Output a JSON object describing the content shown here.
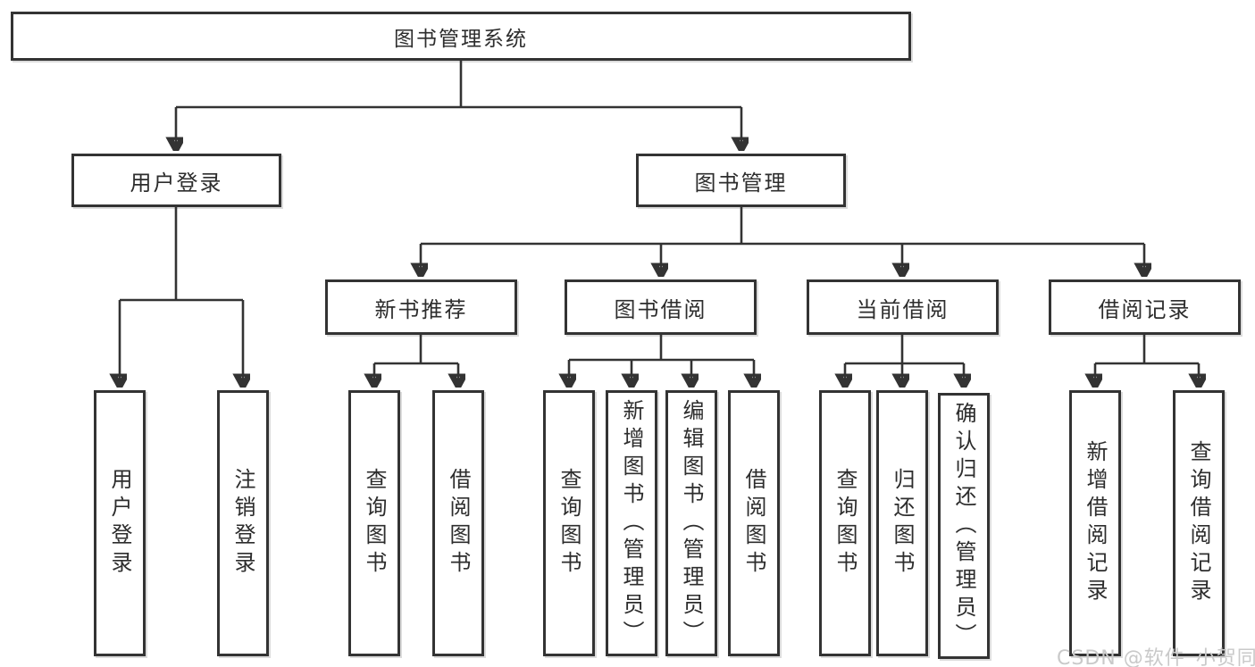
{
  "diagram": {
    "root": {
      "label": "图书管理系统"
    },
    "level2": {
      "user_login": {
        "label": "用户登录"
      },
      "book_management": {
        "label": "图书管理"
      }
    },
    "level3": {
      "new_book_recommend": {
        "label": "新书推荐"
      },
      "book_borrowing": {
        "label": "图书借阅"
      },
      "current_borrowing": {
        "label": "当前借阅"
      },
      "borrowing_records": {
        "label": "借阅记录"
      }
    },
    "leaves": {
      "user_login": [
        "用户登录",
        "注销登录"
      ],
      "new_book_recommend": [
        "查询图书",
        "借阅图书"
      ],
      "book_borrowing": [
        "查询图书",
        "新增图书（管理员）",
        "编辑图书（管理员）",
        "借阅图书"
      ],
      "current_borrowing": [
        "查询图书",
        "归还图书",
        "确认归还（管理员）"
      ],
      "borrowing_records": [
        "新增借阅记录",
        "查询借阅记录"
      ]
    },
    "watermark": "CSDN @软件_小贺同学",
    "colors": {
      "line": "#333333",
      "text": "#2d2d2d",
      "background": "#ffffff",
      "watermark": "#c9c9c9"
    }
  }
}
